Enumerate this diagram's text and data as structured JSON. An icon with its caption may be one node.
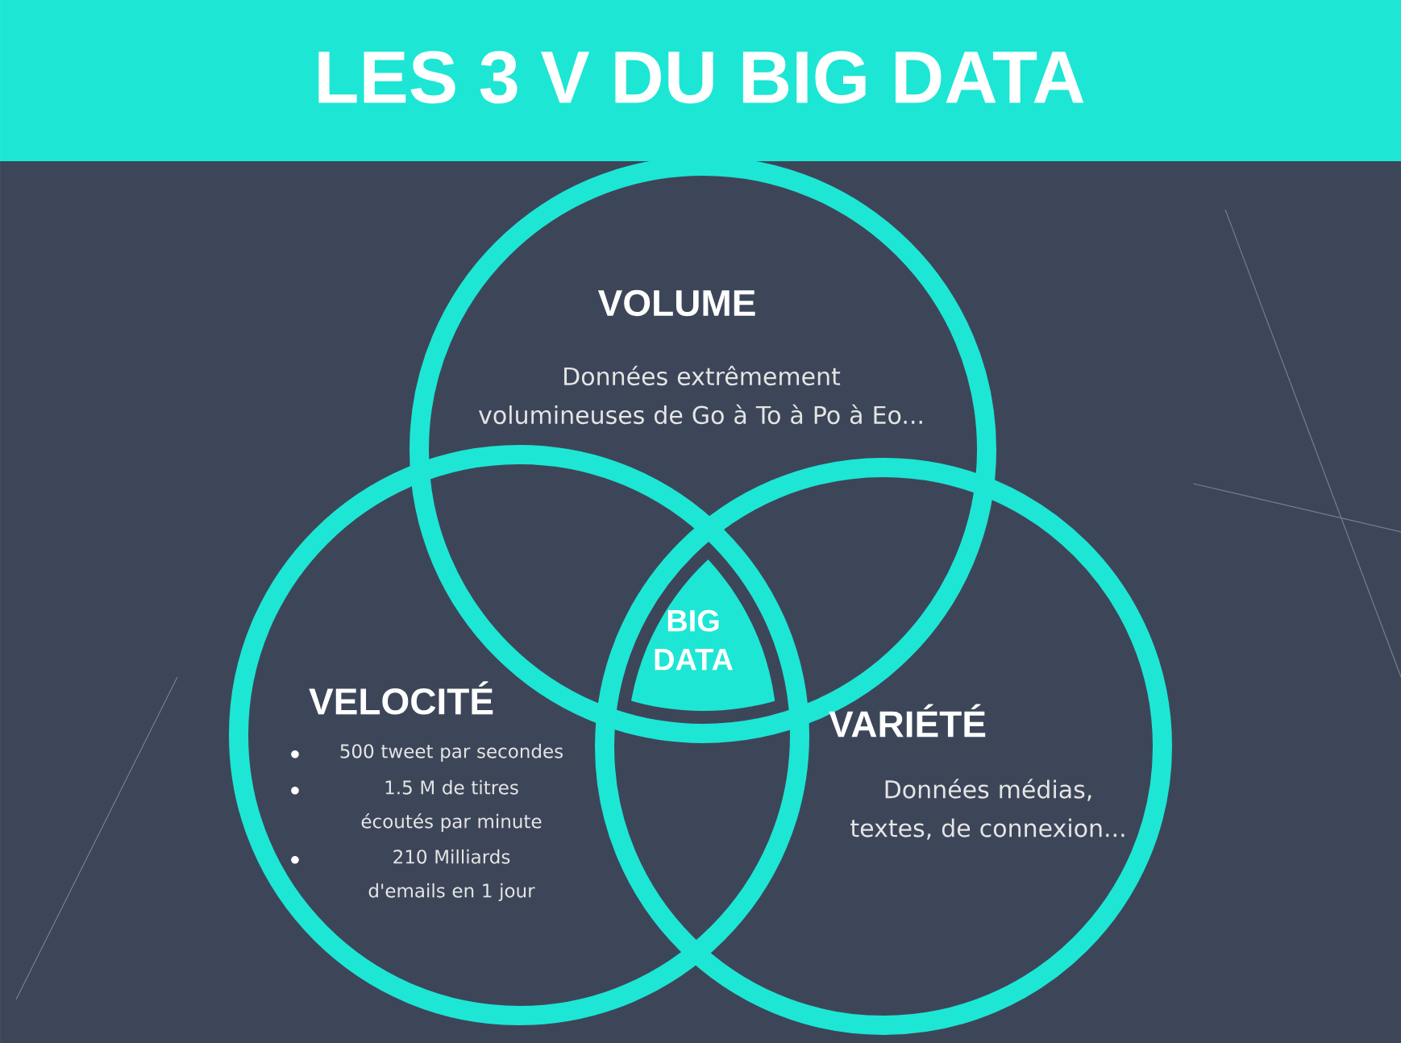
{
  "diagram": {
    "title": "LES 3 V DU BIG DATA",
    "nodes": [
      {
        "text": [
          "VOLUME",
          "Données extrêmement volumineuses de Go à To à Po à Eo..."
        ]
      },
      {
        "text": [
          "VELOCITÉ",
          "500 tweet par secondes",
          "1.5 M de titres écoutés par minute",
          "210 Milliards d'emails en 1 jour"
        ]
      },
      {
        "text": [
          "VARIÉTÉ",
          "Données médias, textes, de connexion..."
        ]
      },
      {
        "text": [
          "BIG DATA"
        ]
      }
    ],
    "edges": []
  }
}
